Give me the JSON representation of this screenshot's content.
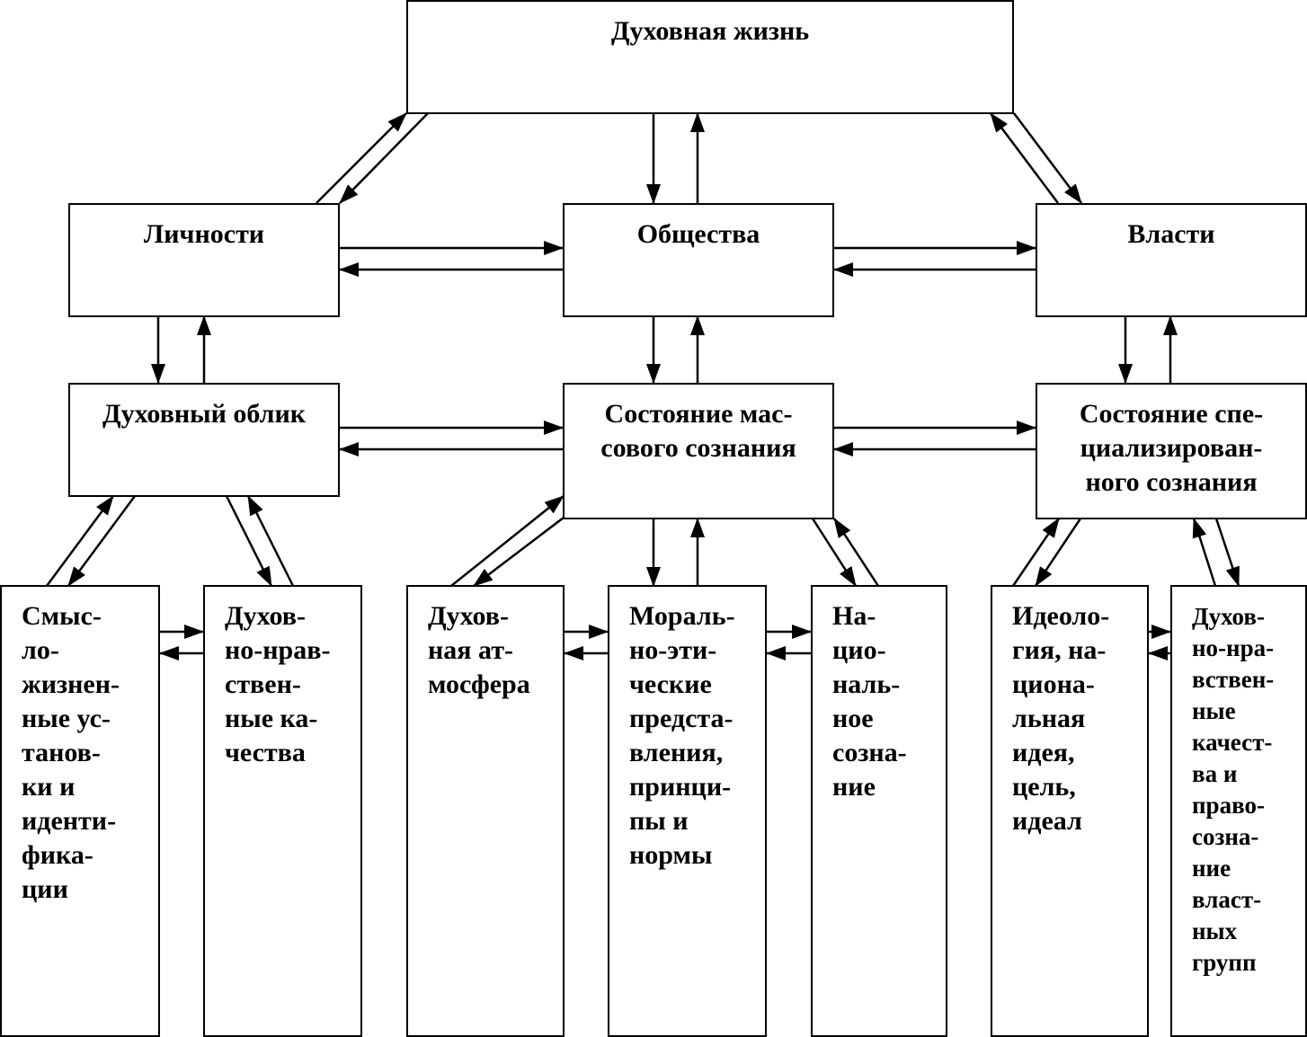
{
  "diagram": {
    "nodes": {
      "spiritual_life": "Духовная жизнь",
      "personality": "Личности",
      "society": "Общества",
      "power": "Власти",
      "spiritual_image": "Духовный облик",
      "mass_consciousness": "Состояние мас-\nсового сознания",
      "specialized_consciousness": "Состояние спе-\nциализирован-\nного сознания",
      "life_attitudes": "Смыс-\nло-\nжизнен-\nные ус-\nтанов-\nки и\nиденти-\nфика-\nции",
      "moral_qualities": "Духов-\nно-нрав-\nствен-\nные ка-\nчества",
      "atmosphere": "Духов-\nная ат-\nмосфера",
      "ethics": "Мораль-\nно-эти-\nческие\nпредста-\nвления,\nпринци-\nпы и\nнормы",
      "national_consciousness": "На-\nцио-\nналь-\nное\nсозна-\nние",
      "ideology": "Идеоло-\nгия, на-\nциона-\nльная\nидея,\nцель,\nидеал",
      "power_groups": "Духов-\nно-нра-\nвствен-\nные\nкачест-\nва и\nправо-\nсозна-\nние\nвласт-\nных\nгрупп"
    }
  }
}
